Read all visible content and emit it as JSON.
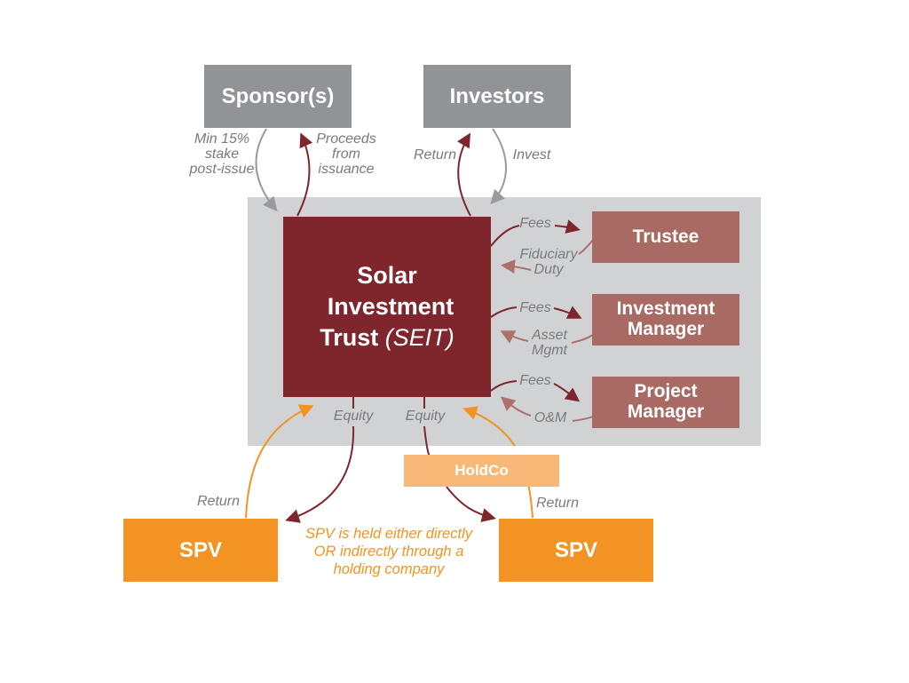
{
  "nodes": {
    "sponsors": "Sponsor(s)",
    "investors": "Investors",
    "trust_line1": "Solar",
    "trust_line2": "Investment",
    "trust_line3": "Trust",
    "trust_abbr": "(SEIT)",
    "trustee": "Trustee",
    "investment_manager_1": "Investment",
    "investment_manager_2": "Manager",
    "project_manager_1": "Project",
    "project_manager_2": "Manager",
    "holdco": "HoldCo",
    "spv_left": "SPV",
    "spv_right": "SPV"
  },
  "labels": {
    "min_stake_1": "Min 15%",
    "min_stake_2": "stake",
    "min_stake_3": "post-issue",
    "proceeds_1": "Proceeds",
    "proceeds_2": "from",
    "proceeds_3": "issuance",
    "return_investors": "Return",
    "invest": "Invest",
    "fees_trustee": "Fees",
    "fiduciary_1": "Fiduciary",
    "fiduciary_2": "Duty",
    "fees_im": "Fees",
    "asset_1": "Asset",
    "asset_2": "Mgmt",
    "fees_pm": "Fees",
    "om": "O&M",
    "equity_left": "Equity",
    "equity_right": "Equity",
    "return_left": "Return",
    "return_right": "Return",
    "note_1": "SPV is held either directly",
    "note_2": "OR indirectly through a",
    "note_3": "holding company"
  },
  "colors": {
    "grey_box": "#929396",
    "panel": "#d1d2d4",
    "trust": "#7f252c",
    "service": "#a86a63",
    "spv": "#f39323",
    "holdco": "#f8b877",
    "arrow_dark": "#7f252c",
    "arrow_grey": "#9a9a9a",
    "arrow_light": "#ad716b",
    "arrow_orange": "#f39323"
  }
}
